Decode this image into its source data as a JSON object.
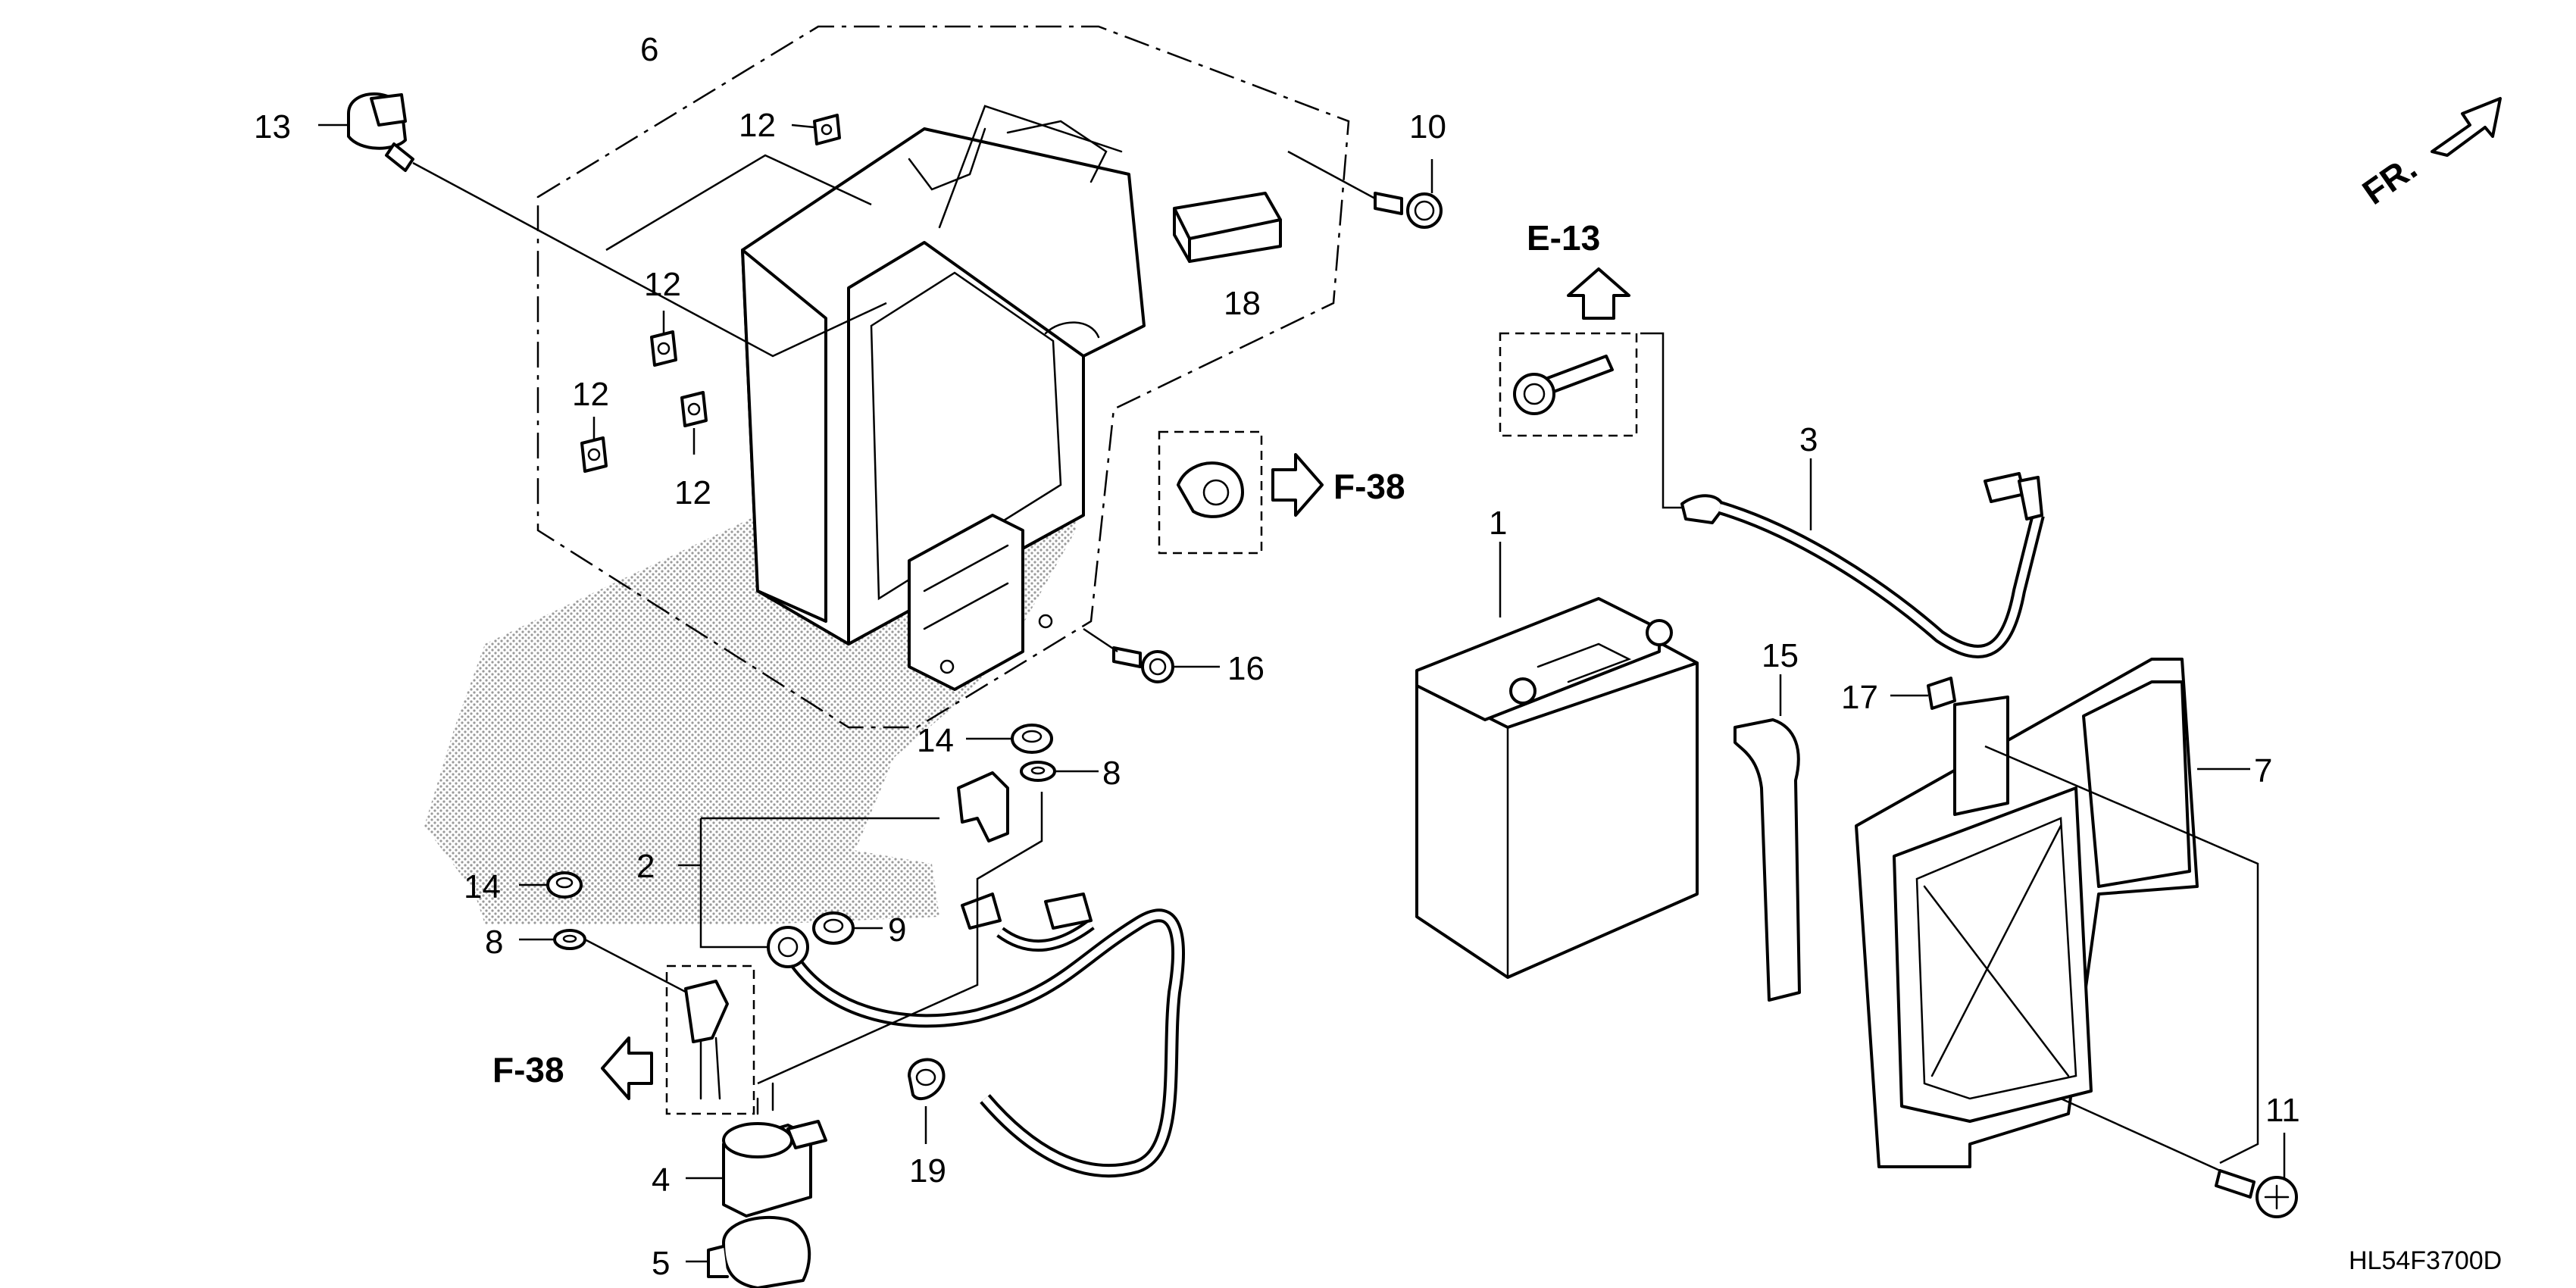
{
  "diagram": {
    "callouts": {
      "c1": "1",
      "c2": "2",
      "c3": "3",
      "c4": "4",
      "c5": "5",
      "c6": "6",
      "c7": "7",
      "c8a": "8",
      "c8b": "8",
      "c9": "9",
      "c10": "10",
      "c11": "11",
      "c12a": "12",
      "c12b": "12",
      "c12c": "12",
      "c12d": "12",
      "c13": "13",
      "c14a": "14",
      "c14b": "14",
      "c15": "15",
      "c16": "16",
      "c17": "17",
      "c18": "18",
      "c19": "19"
    },
    "refs": {
      "e13": "E-13",
      "f38_right": "F-38",
      "f38_left": "F-38"
    },
    "front_arrow_label": "FR.",
    "drawing_code": "HL54F3700D",
    "colors": {
      "line": "#000000",
      "background": "#ffffff",
      "shade": "#cccccc"
    }
  }
}
